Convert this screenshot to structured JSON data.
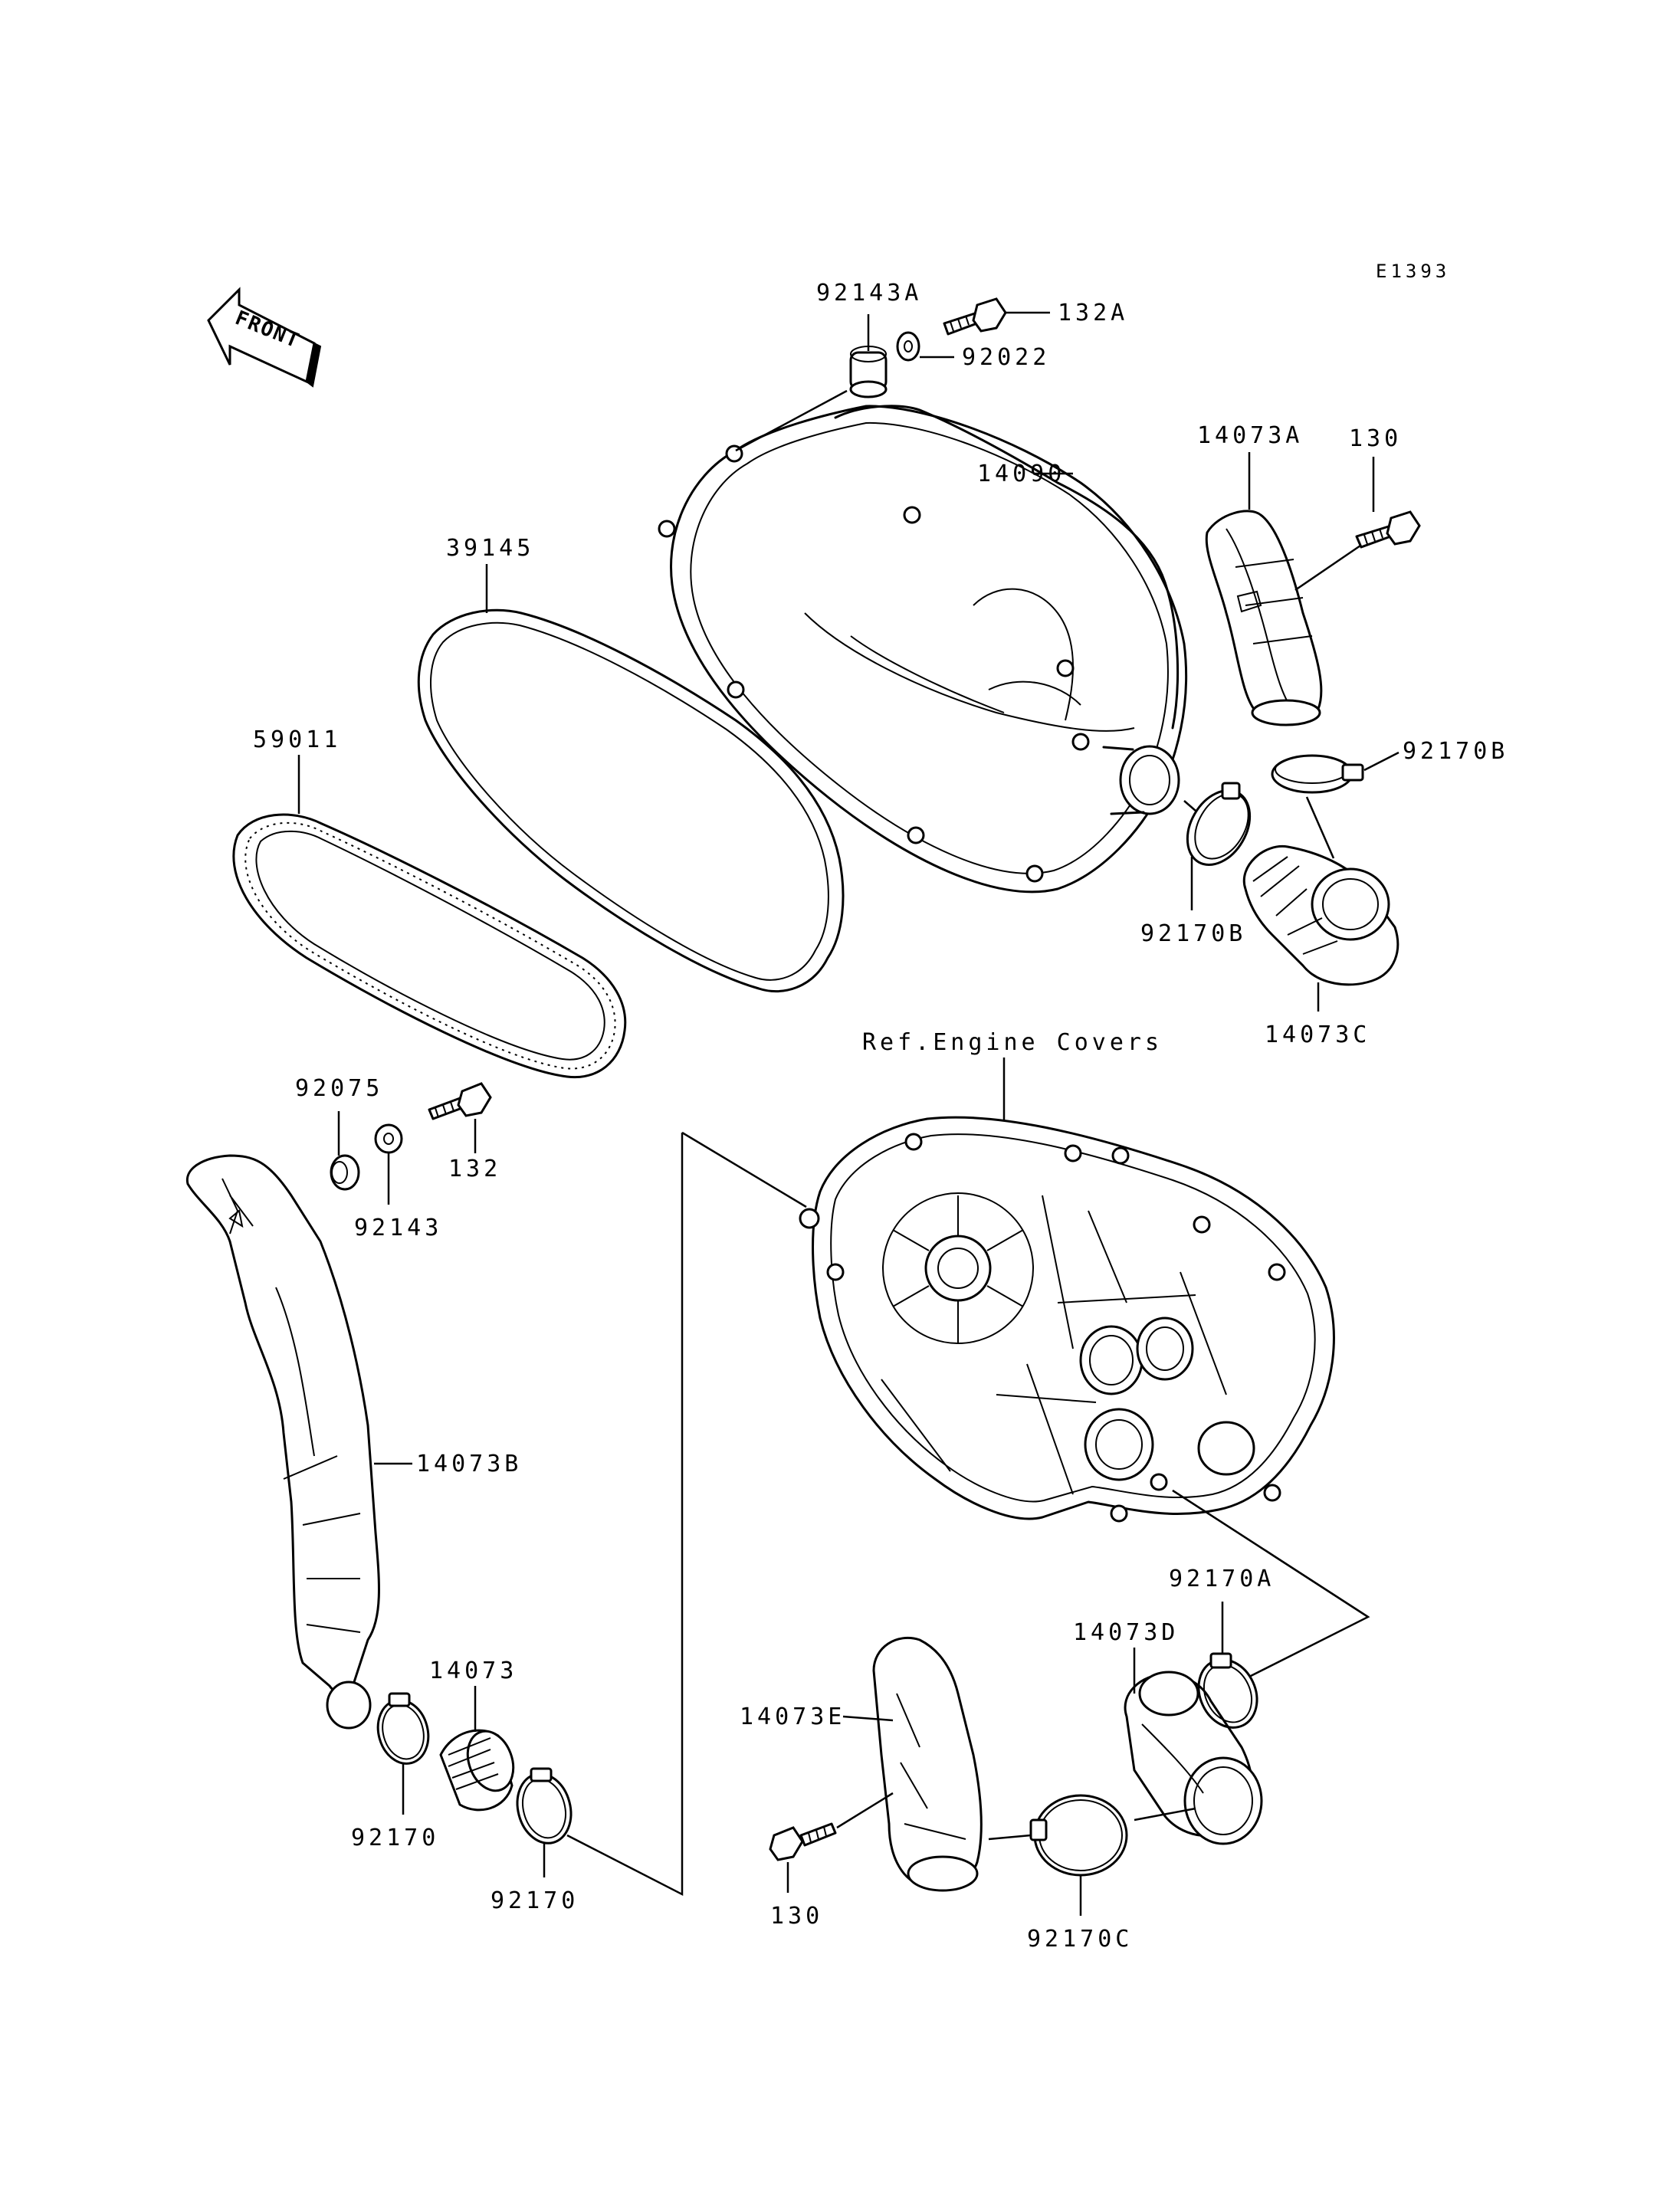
{
  "diagram_code": "E1393",
  "front_arrow": {
    "text": "FRONT",
    "icon": "front-arrow-icon"
  },
  "labels": {
    "p92143A": "92143A",
    "p132A": "132A",
    "p92022": "92022",
    "p14090": "14090",
    "p14073A": "14073A",
    "p130_top": "130",
    "p39145": "39145",
    "p59011": "59011",
    "p92170B_right": "92170B",
    "p92170B_left": "92170B",
    "p14073C": "14073C",
    "ref_engine_covers": "Ref.Engine Covers",
    "p92075": "92075",
    "p132": "132",
    "p92143": "92143",
    "p14073B": "14073B",
    "p14073": "14073",
    "p92170_a": "92170",
    "p92170_b": "92170",
    "p92170A": "92170A",
    "p14073D": "14073D",
    "p14073E": "14073E",
    "p130_bottom": "130",
    "p92170C": "92170C"
  }
}
